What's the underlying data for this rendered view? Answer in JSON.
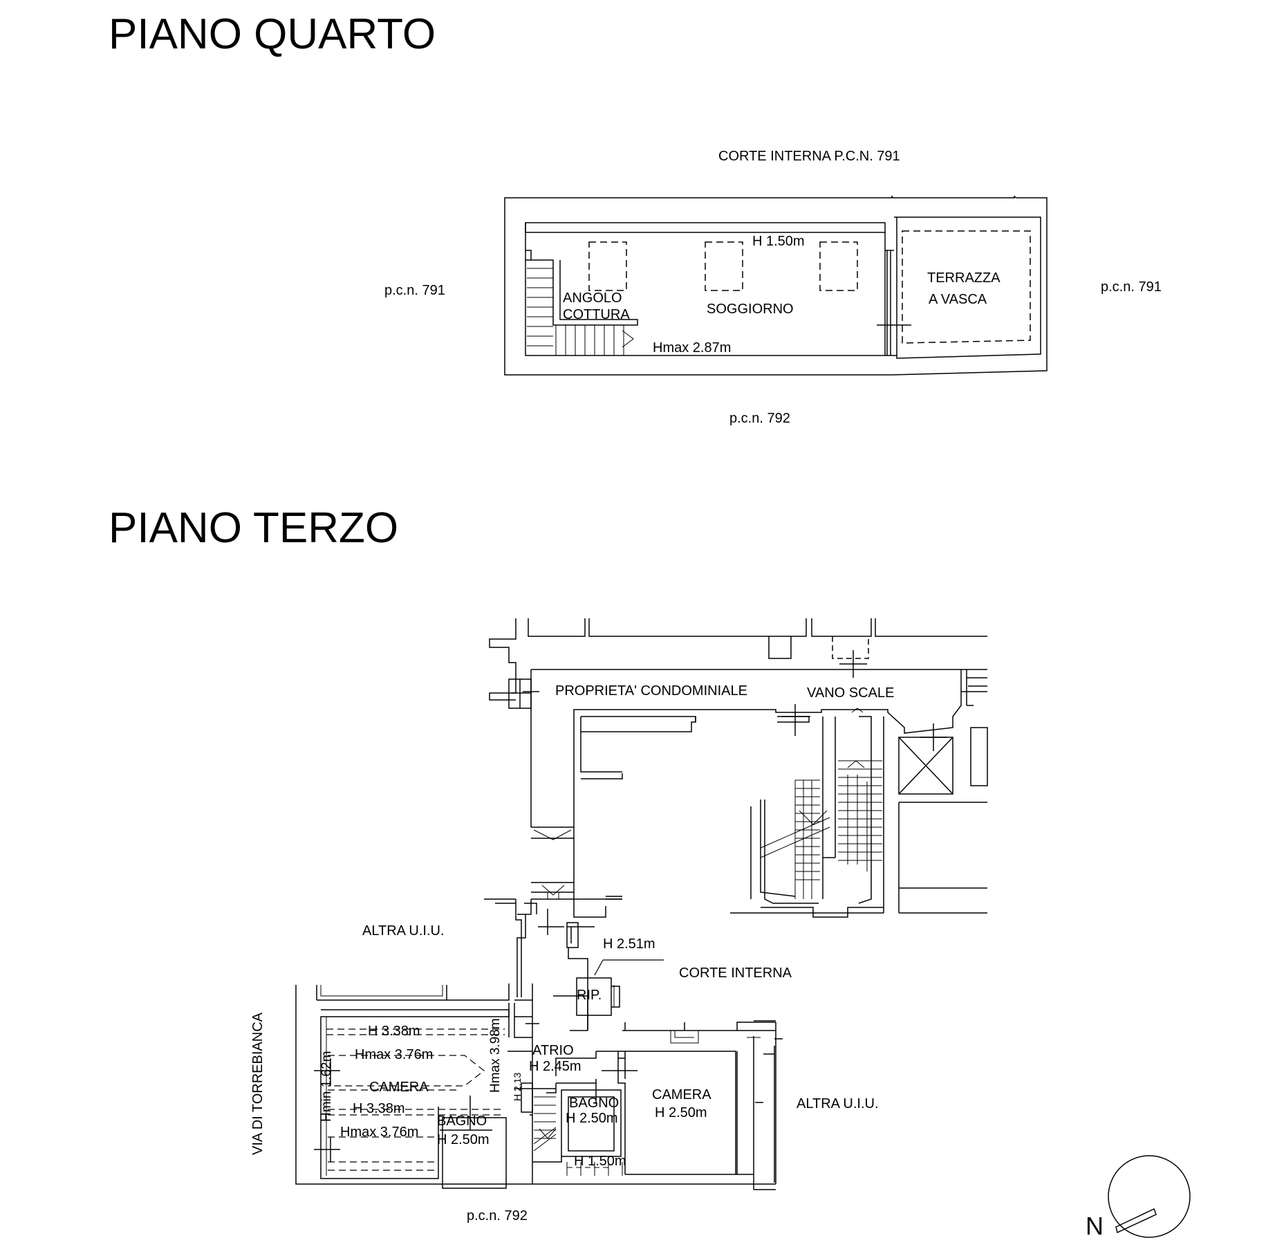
{
  "floors": {
    "fourth": {
      "title": "PIANO QUARTO",
      "neighbor_top": "CORTE INTERNA P.C.N. 791",
      "neighbor_left": "p.c.n. 791",
      "neighbor_right": "p.c.n. 791",
      "neighbor_bottom": "p.c.n. 792",
      "rooms": {
        "angolo_cottura_1": "ANGOLO",
        "angolo_cottura_2": "COTTURA",
        "soggiorno": "SOGGIORNO",
        "terrazza_1": "TERRAZZA",
        "terrazza_2": "A VASCA"
      },
      "heights": {
        "h_low": "H 1.50m",
        "h_max": "Hmax 2.87m"
      }
    },
    "third": {
      "title": "PIANO TERZO",
      "labels": {
        "proprieta": "PROPRIETA' CONDOMINIALE",
        "vano_scale": "VANO SCALE",
        "altra_uiu_left": "ALTRA U.I.U.",
        "altra_uiu_right": "ALTRA U.I.U.",
        "corte_interna": "CORTE INTERNA",
        "street": "VIA DI TORREBIANCA",
        "neighbor_bottom": "p.c.n. 792"
      },
      "rooms": {
        "rip": "RIP.",
        "rip_h": "H 2.51m",
        "atrio": "ATRIO",
        "atrio_h": "H 2.45m",
        "camera_left": "CAMERA",
        "camera_left_h1": "H 3.38m",
        "camera_left_hmax1": "Hmax 3.76m",
        "camera_left_h2": "H 3.38m",
        "camera_left_hmax2": "Hmax 3.76m",
        "hmin": "Hmin 1.62m",
        "hmax_398": "Hmax 3.98m",
        "h213": "H 2.13",
        "bagno_left": "BAGNO",
        "bagno_left_h": "H 2.50m",
        "bagno_mid": "BAGNO",
        "bagno_mid_h": "H 2.50m",
        "camera_right": "CAMERA",
        "camera_right_h": "H 2.50m",
        "h150": "H 1.50m"
      }
    }
  },
  "compass": {
    "label": "N"
  }
}
